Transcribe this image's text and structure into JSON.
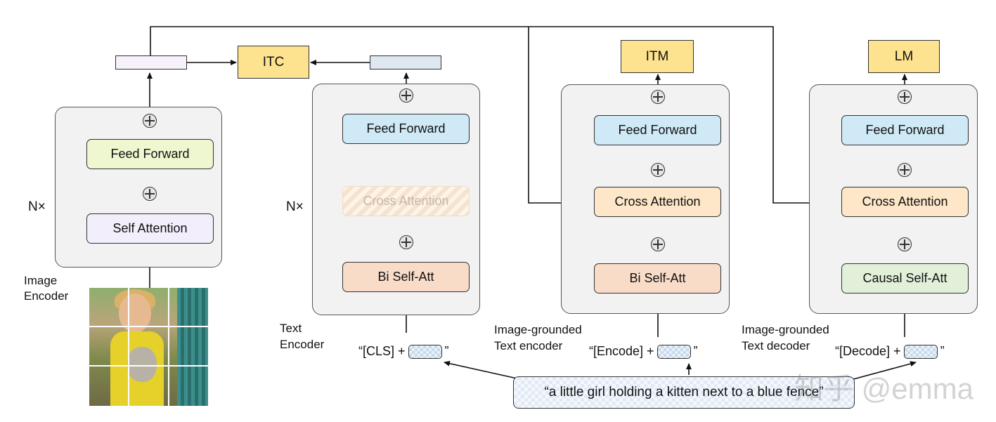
{
  "image_encoder": {
    "label_line1": "Image",
    "label_line2": "Encoder",
    "repeat": "N×",
    "feed_forward": "Feed Forward",
    "self_attention": "Self Attention"
  },
  "itc": "ITC",
  "text_encoder": {
    "label_line1": "Text",
    "label_line2": "Encoder",
    "repeat": "N×",
    "feed_forward": "Feed Forward",
    "cross_attention": "Cross Attention",
    "bi_self_att": "Bi Self-Att",
    "token_prefix": "“[CLS] +",
    "token_suffix": "”"
  },
  "image_grounded_text_encoder": {
    "label_line1": "Image-grounded",
    "label_line2": "Text encoder",
    "head": "ITM",
    "feed_forward": "Feed Forward",
    "cross_attention": "Cross Attention",
    "bi_self_att": "Bi Self-Att",
    "token_prefix": "“[Encode] +",
    "token_suffix": "”"
  },
  "image_grounded_text_decoder": {
    "label_line1": "Image-grounded",
    "label_line2": "Text decoder",
    "head": "LM",
    "feed_forward": "Feed Forward",
    "cross_attention": "Cross Attention",
    "causal_self_att": "Causal Self-Att",
    "token_prefix": "“[Decode] +",
    "token_suffix": "”"
  },
  "caption_text": "“a little girl holding a kitten next to a blue fence”",
  "watermark": "知乎 @emma",
  "colors": {
    "stack_bg": "#f2f2f2",
    "head_yellow": "#fde28f",
    "feed_forward_blue": "#cfe9f6",
    "feed_forward_yellow": "#eef7cf",
    "self_attention_purple": "#f2eefb",
    "bi_self_att_orange": "#f9dcc8",
    "cross_attention_orange": "#fde7c8",
    "causal_self_att_green": "#e2f0da"
  }
}
